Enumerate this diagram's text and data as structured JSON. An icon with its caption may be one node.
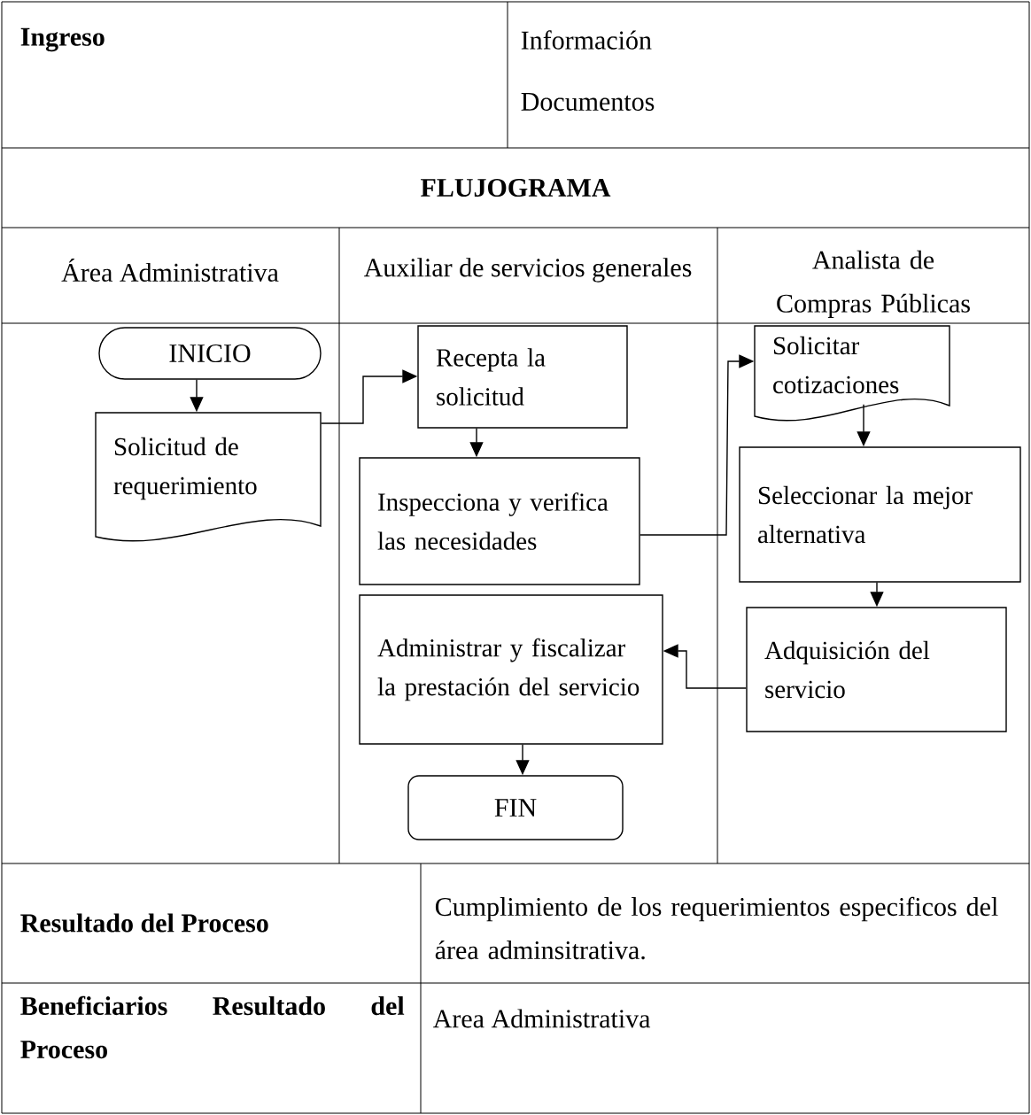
{
  "diagram": {
    "nodes": [
      {
        "text": [
          "INICIO"
        ]
      },
      {
        "text": [
          "Solicitud de requerimiento"
        ]
      },
      {
        "text": [
          "Recepta la solicitud"
        ]
      },
      {
        "text": [
          "Inspecciona y verifica las necesidades"
        ]
      },
      {
        "text": [
          "Solicitar cotizaciones"
        ]
      },
      {
        "text": [
          "Seleccionar la mejor alternativa"
        ]
      },
      {
        "text": [
          "Adquisición del servicio"
        ]
      },
      {
        "text": [
          "Administrar y fiscalizar la prestación del servicio"
        ]
      },
      {
        "text": [
          "FIN"
        ]
      }
    ],
    "edges": [
      {
        "from": 0,
        "to": 1,
        "arrow": "to"
      },
      {
        "from": 1,
        "to": 2,
        "arrow": "to"
      },
      {
        "from": 2,
        "to": 3,
        "arrow": "to"
      },
      {
        "from": 3,
        "to": 4,
        "arrow": "to"
      },
      {
        "from": 4,
        "to": 5,
        "arrow": "to"
      },
      {
        "from": 5,
        "to": 6,
        "arrow": "to"
      },
      {
        "from": 6,
        "to": 7,
        "arrow": "to"
      },
      {
        "from": 7,
        "to": 8,
        "arrow": "to"
      }
    ],
    "labels": [
      "Ingreso",
      "Información",
      "Documentos",
      "FLUJOGRAMA",
      "Área Administrativa",
      "Auxiliar de servicios generales",
      "Analista de Compras Públicas",
      "Resultado del Proceso",
      "Cumplimiento de los requerimientos especificos del área adminsitrativa.",
      "Beneficiarios Resultado del Proceso",
      "Area Administrativa"
    ]
  }
}
